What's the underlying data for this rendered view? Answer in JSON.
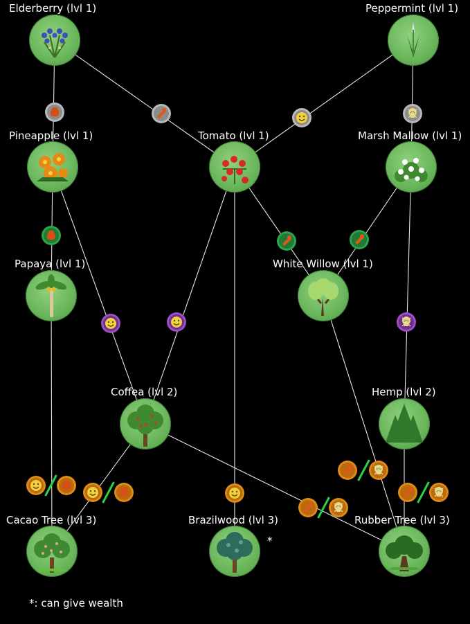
{
  "plants": [
    {
      "id": "elderberry",
      "label": "Elderberry (lvl 1)",
      "icon": "elderberry-icon"
    },
    {
      "id": "peppermint",
      "label": "Peppermint (lvl 1)",
      "icon": "peppermint-icon"
    },
    {
      "id": "pineapple",
      "label": "Pineapple (lvl 1)",
      "icon": "pineapple-icon"
    },
    {
      "id": "tomato",
      "label": "Tomato (lvl 1)",
      "icon": "tomato-icon"
    },
    {
      "id": "marsh-mallow",
      "label": "Marsh Mallow (lvl 1)",
      "icon": "marsh-mallow-icon"
    },
    {
      "id": "papaya",
      "label": "Papaya (lvl 1)",
      "icon": "papaya-tree-icon"
    },
    {
      "id": "white-willow",
      "label": "White Willow (lvl 1)",
      "icon": "willow-tree-icon"
    },
    {
      "id": "coffea",
      "label": "Coffea (lvl 2)",
      "icon": "coffee-tree-icon"
    },
    {
      "id": "hemp",
      "label": "Hemp (lvl 2)",
      "icon": "hemp-icon"
    },
    {
      "id": "cacao-tree",
      "label": "Cacao Tree (lvl 3)",
      "icon": "cacao-tree-icon"
    },
    {
      "id": "brazilwood",
      "label": "Brazilwood (lvl 3)",
      "icon": "brazilwood-tree-icon"
    },
    {
      "id": "rubber-tree",
      "label": "Rubber Tree (lvl 3)",
      "icon": "rubber-tree-icon"
    }
  ],
  "edges": [
    {
      "from": "elderberry",
      "to": "pineapple"
    },
    {
      "from": "elderberry",
      "to": "tomato"
    },
    {
      "from": "peppermint",
      "to": "tomato"
    },
    {
      "from": "peppermint",
      "to": "marsh-mallow"
    },
    {
      "from": "pineapple",
      "to": "papaya"
    },
    {
      "from": "pineapple",
      "to": "coffea"
    },
    {
      "from": "tomato",
      "to": "coffea"
    },
    {
      "from": "tomato",
      "to": "brazilwood"
    },
    {
      "from": "tomato",
      "to": "white-willow"
    },
    {
      "from": "marsh-mallow",
      "to": "white-willow"
    },
    {
      "from": "marsh-mallow",
      "to": "hemp"
    },
    {
      "from": "papaya",
      "to": "cacao-tree"
    },
    {
      "from": "coffea",
      "to": "cacao-tree"
    },
    {
      "from": "coffea",
      "to": "rubber-tree"
    },
    {
      "from": "white-willow",
      "to": "rubber-tree"
    },
    {
      "from": "hemp",
      "to": "rubber-tree"
    }
  ],
  "badge_styles": {
    "silver": {
      "ring": "#b9b9b9",
      "fill": "#8c8c8c"
    },
    "green": {
      "ring": "#2ea44a",
      "fill": "#1f7a35"
    },
    "purple": {
      "ring": "#9a4fc2",
      "fill": "#6e2f91"
    },
    "orange": {
      "ring": "#e08a16",
      "fill": "#b86a0c"
    }
  },
  "badge_icons": {
    "tool": {
      "name": "tool-icon",
      "color": "#e0571b"
    },
    "fist": {
      "name": "fist-icon",
      "color": "#d84f15"
    },
    "smiley": {
      "name": "smiley-face-icon",
      "color": "#f2d13a"
    },
    "skull": {
      "name": "skull-icon",
      "color": "#e9d98a"
    }
  },
  "brazilwood_marker": "*",
  "footnote": "*: can give wealth"
}
